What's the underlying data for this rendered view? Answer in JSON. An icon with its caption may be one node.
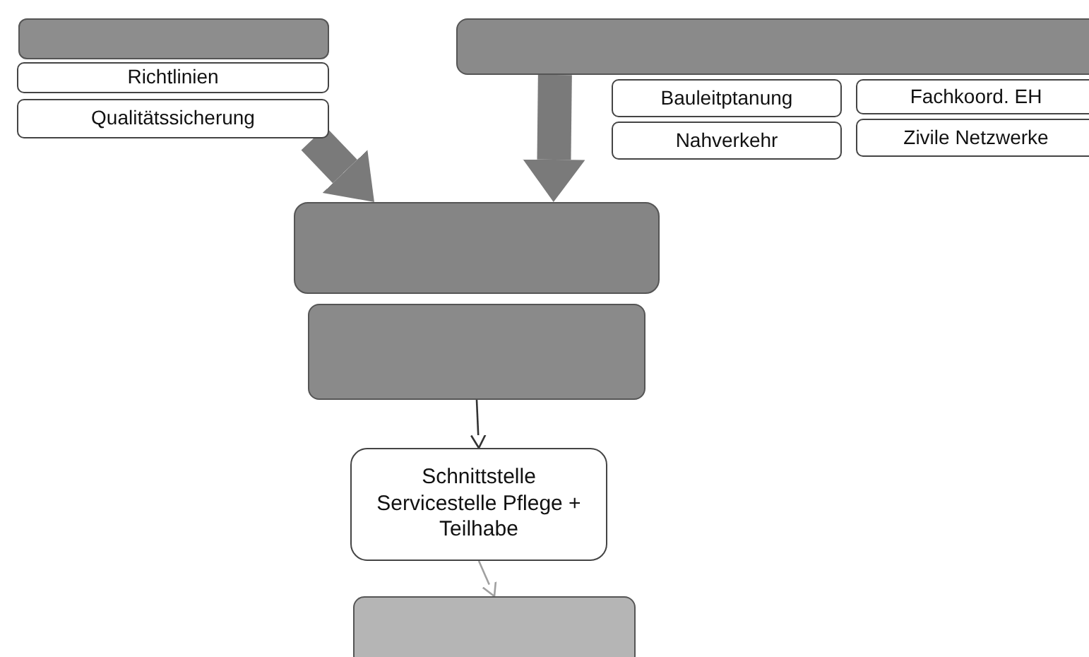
{
  "diagram": {
    "nodes": [
      {
        "text": [],
        "shape": "box"
      },
      {
        "text": [
          "Richtlinien"
        ]
      },
      {
        "text": [
          "Qualitätssicherung"
        ]
      },
      {
        "text": [],
        "shape": "box"
      },
      {
        "text": [
          "Bauleitptanung"
        ]
      },
      {
        "text": [
          "Fachkoord. EH"
        ]
      },
      {
        "text": [
          "Nahverkehr"
        ]
      },
      {
        "text": [
          "Zivile Netzwerke"
        ]
      },
      {
        "text": [],
        "shape": "box"
      },
      {
        "text": [],
        "shape": "box"
      },
      {
        "text": [
          "Schnittstelle Servicestelle Pflege + Teilhabe"
        ]
      },
      {
        "text": [],
        "shape": "box"
      }
    ],
    "edges": [
      {
        "from": 2,
        "to": 8,
        "arrow": "to",
        "style": "thick",
        "color": "#7a7a7a"
      },
      {
        "from": 3,
        "to": 8,
        "arrow": "to",
        "style": "thick",
        "color": "#7a7a7a"
      },
      {
        "from": 9,
        "to": 10,
        "arrow": "to"
      },
      {
        "from": 10,
        "to": 11,
        "arrow": "to",
        "color": "#a0a0a0"
      }
    ]
  }
}
